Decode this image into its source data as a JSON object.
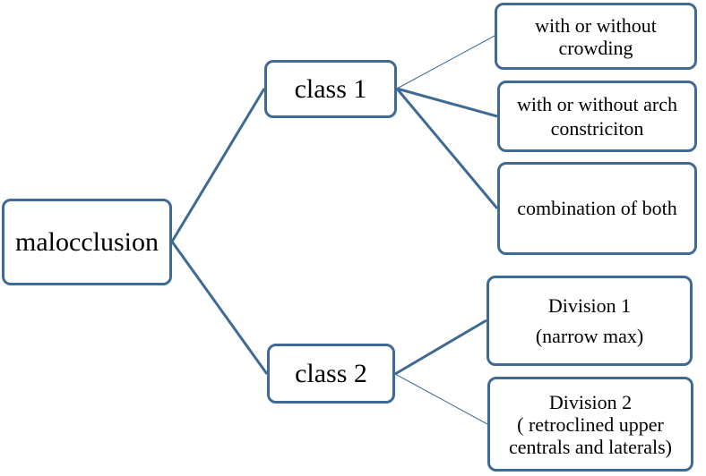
{
  "diagram": {
    "colors": {
      "node_border": "#3e6a93",
      "connector": "#3e6a93",
      "background": "#ffffff",
      "text": "#000000"
    },
    "root": {
      "label": "malocclusion"
    },
    "class1": {
      "label": "class 1",
      "children": [
        {
          "line1": "with or without",
          "line2": "crowding"
        },
        {
          "line1": "with or without arch",
          "line2": "constriciton"
        },
        {
          "line1": "combination of both"
        }
      ]
    },
    "class2": {
      "label": "class 2",
      "children": [
        {
          "line1": "Division 1",
          "line2": "(narrow max)"
        },
        {
          "line1": "Division 2",
          "line2": "( retroclined upper",
          "line3": "centrals and laterals)"
        }
      ]
    }
  }
}
